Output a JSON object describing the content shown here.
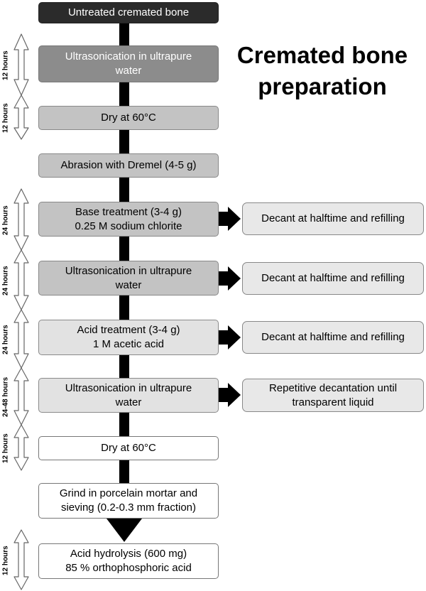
{
  "title": "Cremated bone\npreparation",
  "steps": [
    {
      "label": "Untreated cremated bone"
    },
    {
      "label": "Ultrasonication in ultrapure\nwater"
    },
    {
      "label": "Dry at 60°C"
    },
    {
      "label": "Abrasion with Dremel (4-5 g)"
    },
    {
      "label": "Base treatment (3-4 g)\n0.25 M sodium chlorite"
    },
    {
      "label": "Ultrasonication in ultrapure\nwater"
    },
    {
      "label": "Acid treatment (3-4 g)\n1 M acetic acid"
    },
    {
      "label": "Ultrasonication in ultrapure\nwater"
    },
    {
      "label": "Dry at 60°C"
    },
    {
      "label": "Grind in porcelain mortar and\nsieving (0.2-0.3 mm fraction)"
    },
    {
      "label": "Acid hydrolysis (600 mg)\n85 % orthophosphoric acid"
    }
  ],
  "side_notes": [
    {
      "label": "Decant at halftime and refilling"
    },
    {
      "label": "Decant at halftime and refilling"
    },
    {
      "label": "Decant at halftime and refilling"
    },
    {
      "label": "Repetitive decantation until\ntransparent liquid"
    }
  ],
  "durations": [
    {
      "label": "12 hours"
    },
    {
      "label": "12 hours"
    },
    {
      "label": "24 hours"
    },
    {
      "label": "24 hours"
    },
    {
      "label": "24 hours"
    },
    {
      "label": "24-48 hours"
    },
    {
      "label": "12 hours"
    },
    {
      "label": "12 hours"
    }
  ],
  "colors": {
    "spine": "#000000",
    "dark_box": "#2b2b2b",
    "mid_box": "#8c8c8c",
    "grey_box": "#c3c3c3",
    "light_box": "#e2e2e2",
    "white_box": "#ffffff",
    "side_box": "#e8e8e8"
  }
}
